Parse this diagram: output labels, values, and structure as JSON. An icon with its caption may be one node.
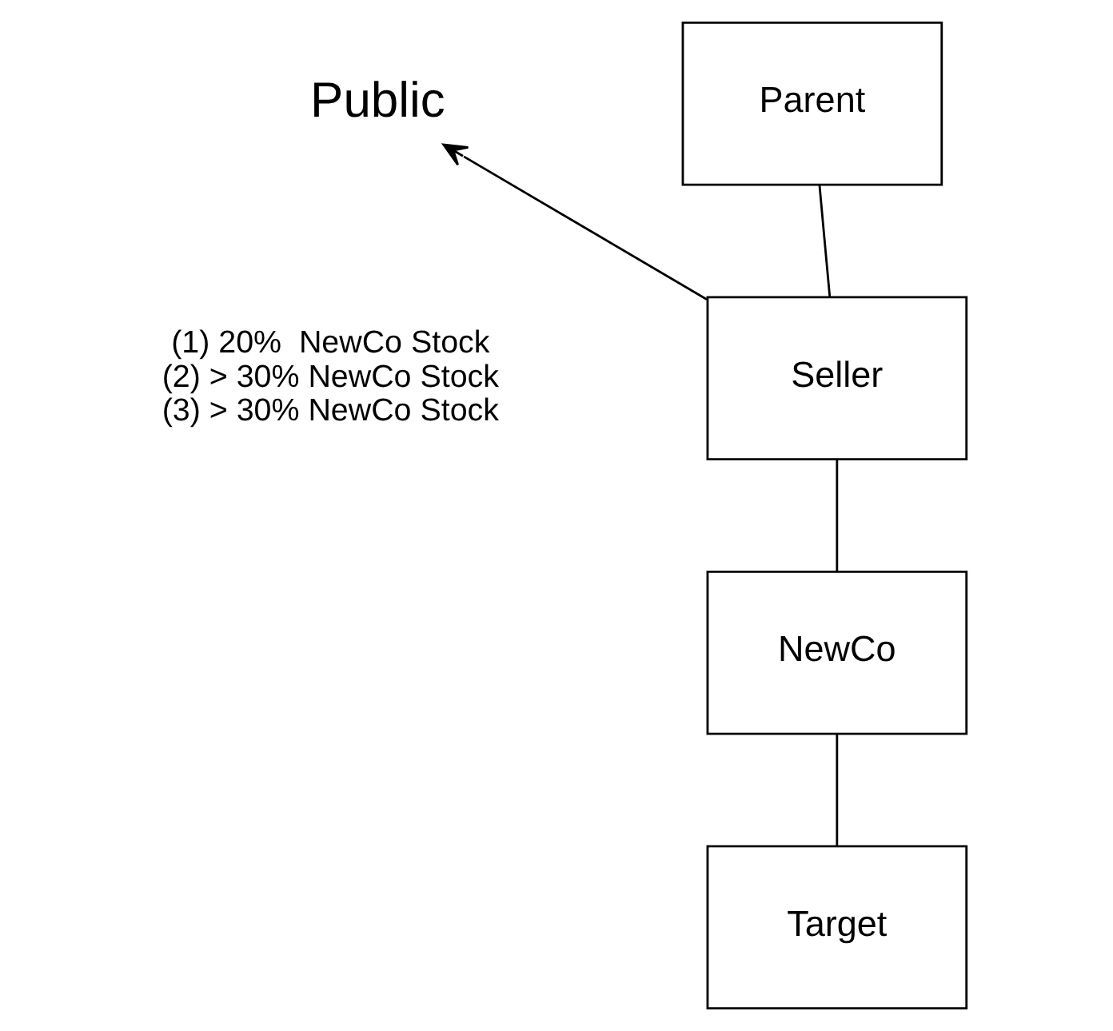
{
  "diagram": {
    "nodes": [
      {
        "text": [
          "Parent"
        ]
      },
      {
        "text": [
          "Seller"
        ]
      },
      {
        "text": [
          "NewCo"
        ]
      },
      {
        "text": [
          "Target"
        ]
      },
      {
        "text": [
          "Public"
        ]
      }
    ],
    "edges": [
      {
        "from": 0,
        "to": 1,
        "arrow": "none"
      },
      {
        "from": 1,
        "to": 2,
        "arrow": "none"
      },
      {
        "from": 2,
        "to": 3,
        "arrow": "none"
      },
      {
        "from": 1,
        "to": 4,
        "arrow": "to"
      }
    ],
    "labels": [
      "(1) 20%  NewCo Stock",
      "(2) > 30% NewCo Stock",
      "(3) > 30% NewCo Stock"
    ]
  }
}
